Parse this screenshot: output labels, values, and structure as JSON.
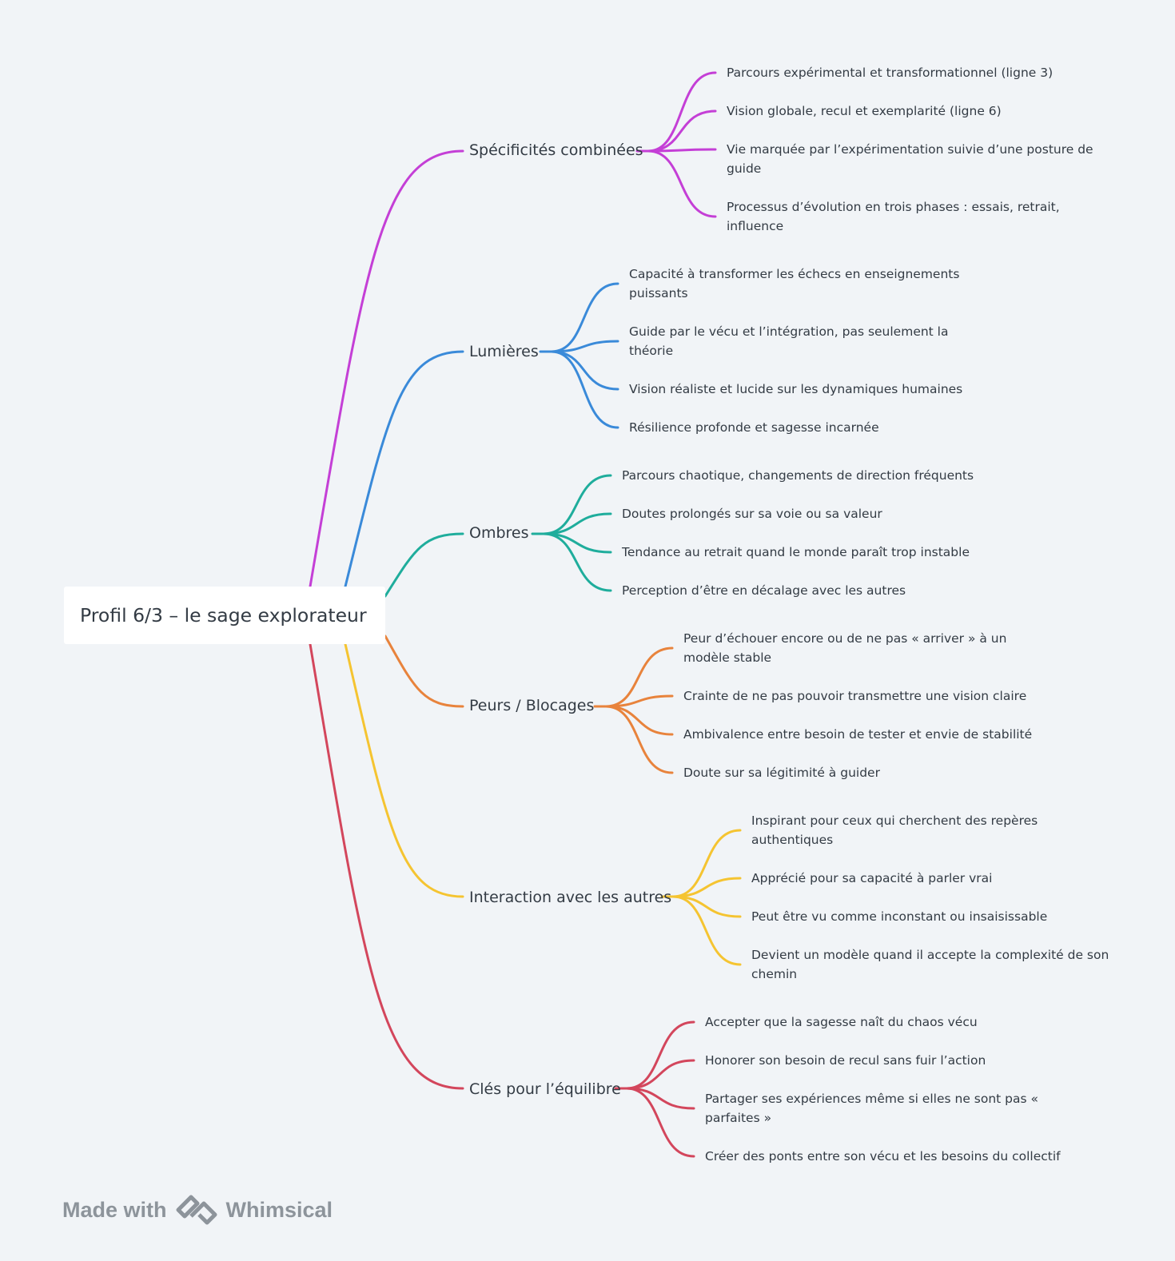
{
  "root": {
    "label": "Profil 6/3 – le sage explorateur"
  },
  "branches": [
    {
      "label": "Spécificités combinées",
      "color": "#c43fd6",
      "children": [
        "Parcours expérimental et transformationnel (ligne 3)",
        "Vision globale, recul et exemplarité (ligne 6)",
        "Vie marquée par l’expérimentation suivie d’une posture de guide",
        "Processus d’évolution en trois phases : essais, retrait, influence"
      ]
    },
    {
      "label": "Lumières",
      "color": "#3a8ad9",
      "children": [
        "Capacité à transformer les échecs en enseignements puissants",
        "Guide par le vécu et l’intégration, pas seulement la théorie",
        "Vision réaliste et lucide sur les dynamiques humaines",
        "Résilience profonde et sagesse incarnée"
      ]
    },
    {
      "label": "Ombres",
      "color": "#1fad9c",
      "children": [
        "Parcours chaotique, changements de direction fréquents",
        "Doutes prolongés sur sa voie ou sa valeur",
        "Tendance au retrait quand le monde paraît trop instable",
        "Perception d’être en décalage avec les autres"
      ]
    },
    {
      "label": "Peurs / Blocages",
      "color": "#e8833c",
      "children": [
        "Peur d’échouer encore ou de ne pas « arriver » à un modèle stable",
        "Crainte de ne pas pouvoir transmettre une vision claire",
        "Ambivalence entre besoin de tester et envie de stabilité",
        "Doute sur sa légitimité à guider"
      ]
    },
    {
      "label": "Interaction avec les autres",
      "color": "#f5c431",
      "children": [
        "Inspirant pour ceux qui cherchent des repères authentiques",
        "Apprécié pour sa capacité à parler vrai",
        "Peut être vu comme inconstant ou insaisissable",
        "Devient un modèle quand il accepte la complexité de son chemin"
      ]
    },
    {
      "label": "Clés pour l’équilibre",
      "color": "#d3465c",
      "children": [
        "Accepter que la sagesse naît du chaos vécu",
        "Honorer son besoin de recul sans fuir l’action",
        "Partager ses expériences même si elles ne sont pas « parfaites »",
        "Créer des ponts entre son vécu et les besoins du collectif"
      ]
    }
  ],
  "footer": {
    "made_with": "Made with",
    "brand": "Whimsical",
    "logo_icon": "whimsical-logo-icon"
  }
}
